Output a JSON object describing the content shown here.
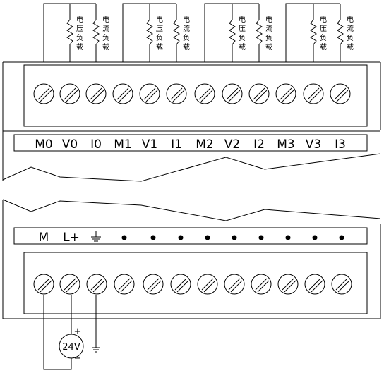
{
  "top_terminals": {
    "labels": [
      "M0",
      "V0",
      "I0",
      "M1",
      "V1",
      "I1",
      "M2",
      "V2",
      "I2",
      "M3",
      "V3",
      "I3"
    ],
    "load_labels": {
      "voltage": [
        "电",
        "压",
        "负",
        "载"
      ],
      "current": [
        "电",
        "流",
        "负",
        "载"
      ]
    }
  },
  "bottom_terminals": {
    "labels": [
      "M",
      "L+"
    ],
    "ground_symbol": "ground-icon",
    "unused_marker_count": 9
  },
  "supply": {
    "label": "24V",
    "plus": "+",
    "minus": "−"
  }
}
